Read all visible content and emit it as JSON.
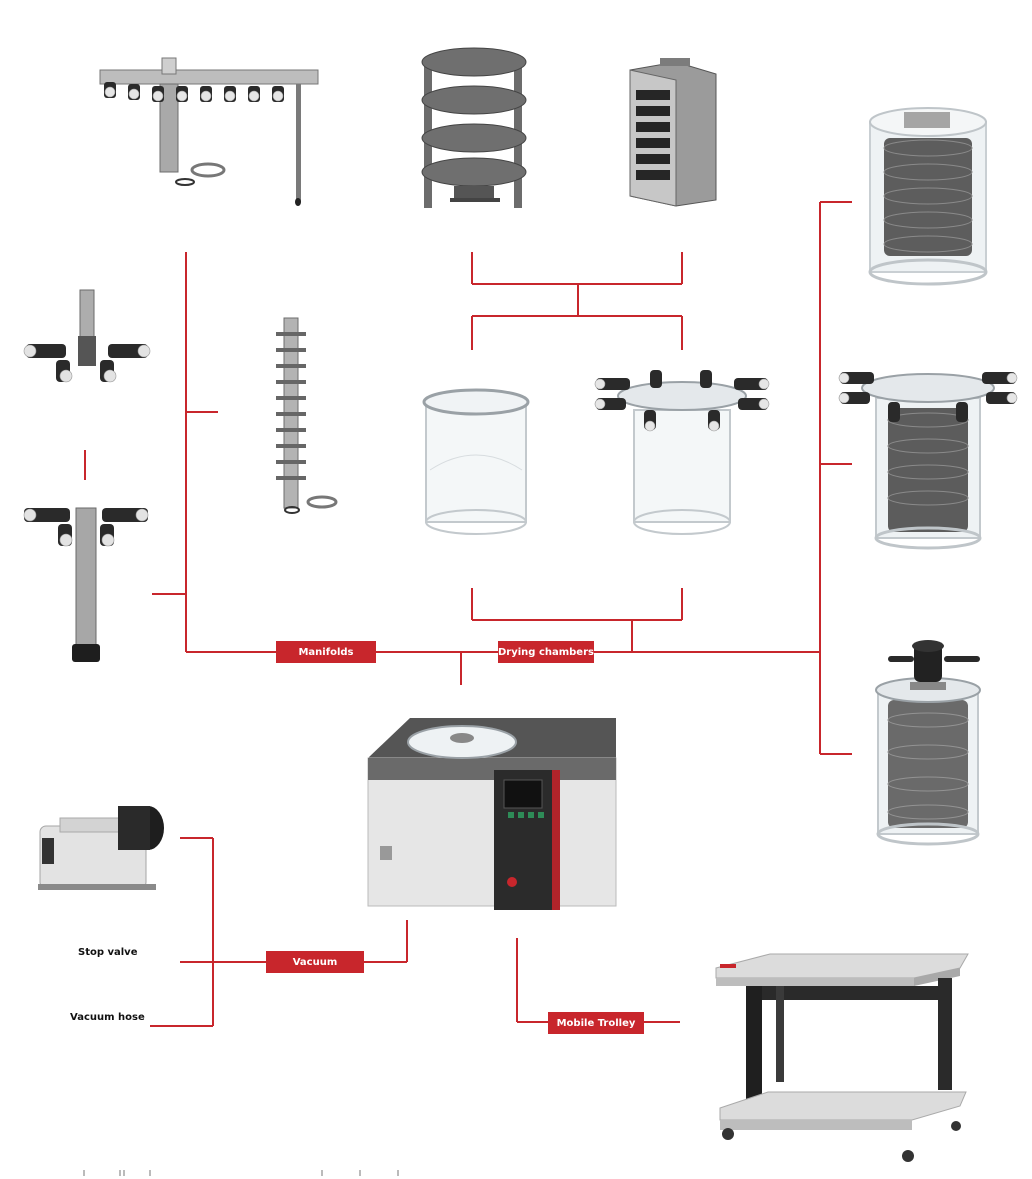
{
  "labels": {
    "manifolds": "Manifolds",
    "drying_chambers": "Drying chambers",
    "vacuum": "Vacuum",
    "mobile_trolley": "Mobile Trolley",
    "stop_valve": "Stop valve",
    "vacuum_hose": "Vacuum hose"
  },
  "colors": {
    "connector": "#c8262c",
    "steel": "#b9b9b9",
    "dark_steel": "#4a4a4a",
    "handle": "#2a2a2a",
    "glass": "#e9eef2",
    "machine_body": "#dcdcdc",
    "machine_panel": "#2b2b2b"
  },
  "icons": [
    "horizontal-manifold-icon",
    "round-shelf-rack-icon",
    "square-shelf-rack-icon",
    "bell-jar-with-shelves-icon",
    "short-manifold-icon",
    "long-manifold-icon",
    "column-manifold-icon",
    "plain-drying-chamber-icon",
    "drying-chamber-with-valves-icon",
    "valved-chamber-with-shelves-icon",
    "chamber-with-top-valve-icon",
    "freeze-dryer-icon",
    "vacuum-pump-icon",
    "mobile-trolley-icon"
  ]
}
